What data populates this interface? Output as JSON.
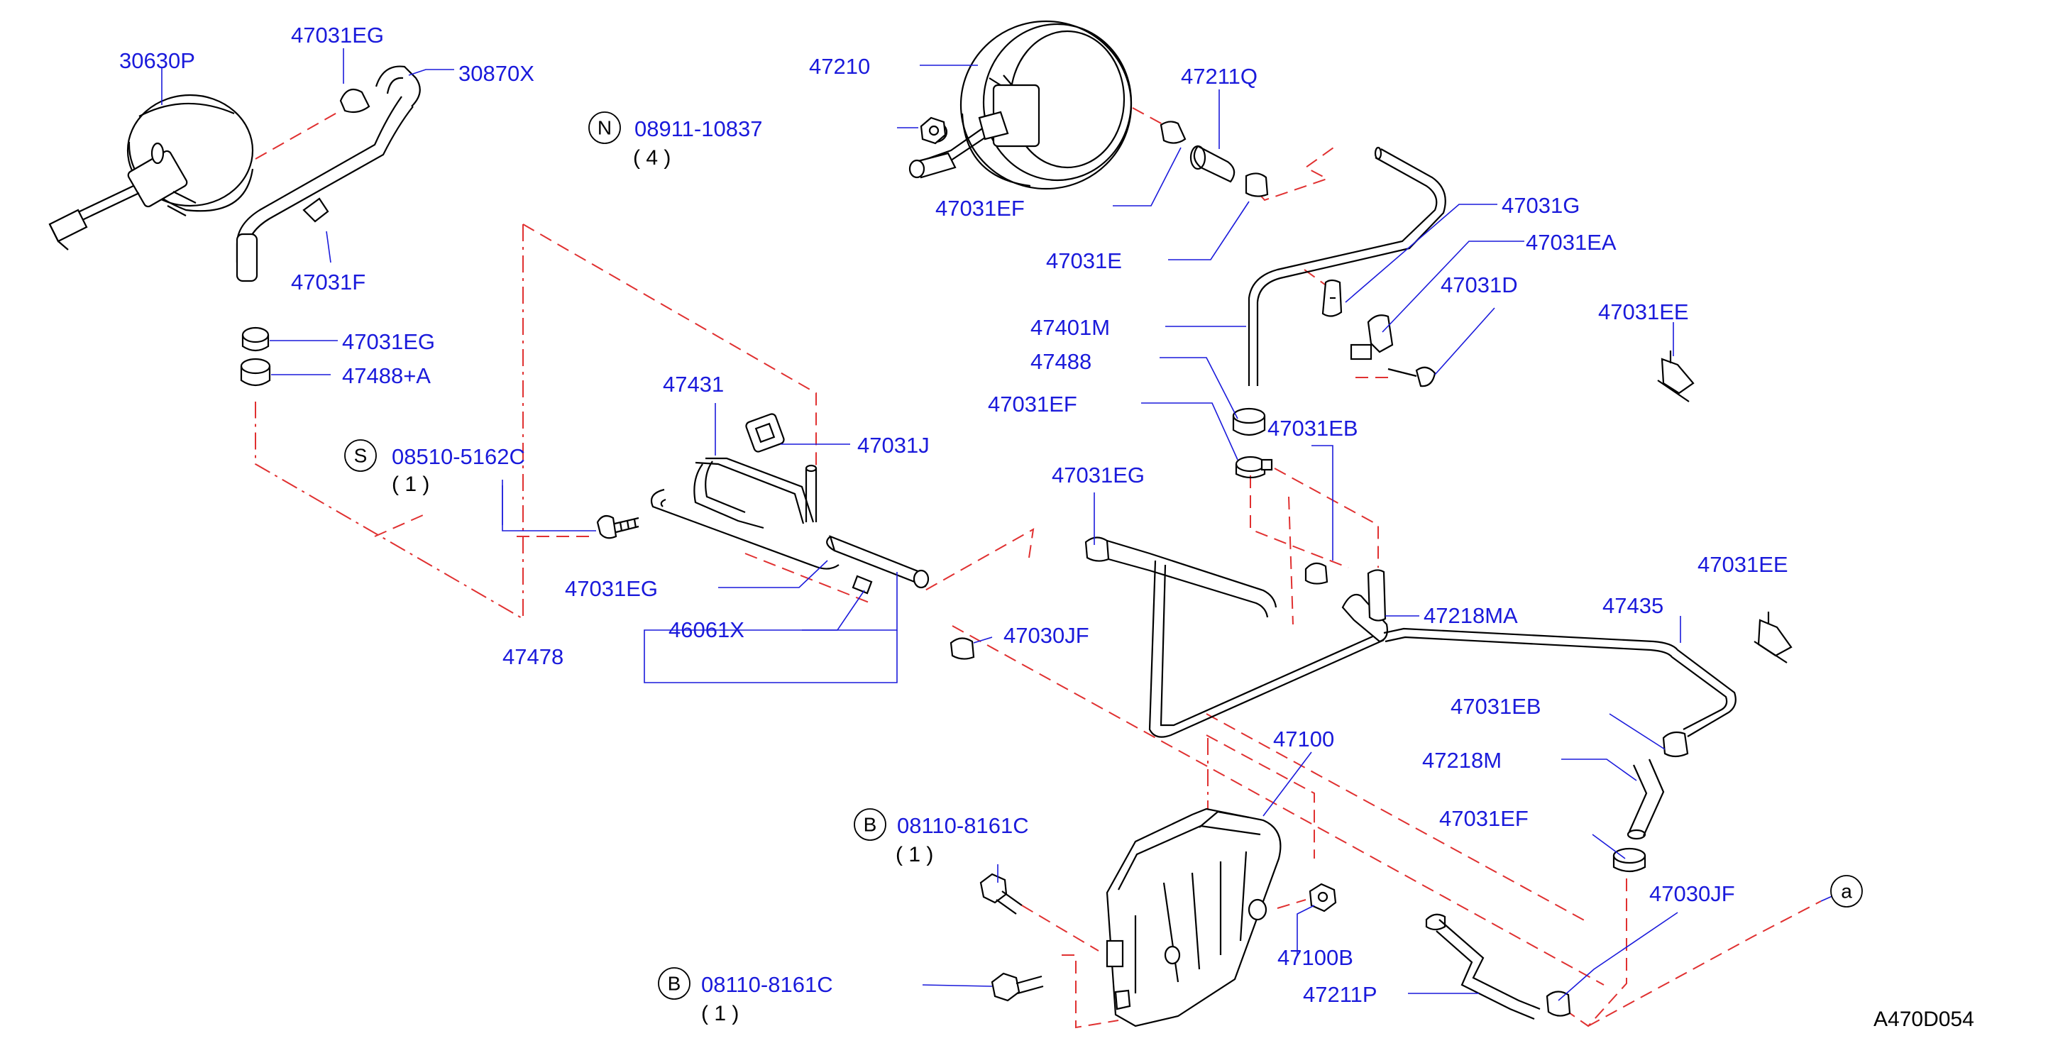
{
  "labels": {
    "l30630P": "30630P",
    "l47031EG_a": "47031EG",
    "l30870X": "30870X",
    "l47031F": "47031F",
    "l47031EG_b": "47031EG",
    "l47488A": "47488+A",
    "l47210": "47210",
    "l08911": "08911-10837",
    "l08911q": "( 4 )",
    "l47211Q": "47211Q",
    "l47031EF_a": "47031EF",
    "l47031E": "47031E",
    "l47031G": "47031G",
    "l47031EA": "47031EA",
    "l47031D": "47031D",
    "l47031EE_a": "47031EE",
    "l47401M": "47401M",
    "l47488": "47488",
    "l47031EF_b": "47031EF",
    "l47031EB_a": "47031EB",
    "l47431": "47431",
    "l47031J": "47031J",
    "l08510": "08510-5162C",
    "l08510q": "( 1 )",
    "l47031EG_c": "47031EG",
    "l47031EG_d": "47031EG",
    "l46061X": "46061X",
    "l47478": "47478",
    "l47030JF_a": "47030JF",
    "l47218MA": "47218MA",
    "l47435": "47435",
    "l47031EE_b": "47031EE",
    "l47031EB_b": "47031EB",
    "l47218M": "47218M",
    "l47031EF_c": "47031EF",
    "l47100": "47100",
    "l08110_a": "08110-8161C",
    "l08110_aq": "( 1 )",
    "l47100B": "47100B",
    "l47030JF_b": "47030JF",
    "l08110_b": "08110-8161C",
    "l08110_bq": "( 1 )",
    "l47211P": "47211P",
    "marker_a": "a",
    "diagram_code": "A470D054"
  },
  "circle_letters": {
    "N": "N",
    "S": "S",
    "B1": "B",
    "B2": "B"
  },
  "colors": {
    "label": "#1a1adb",
    "dash": "#e03030",
    "line": "#000000"
  }
}
